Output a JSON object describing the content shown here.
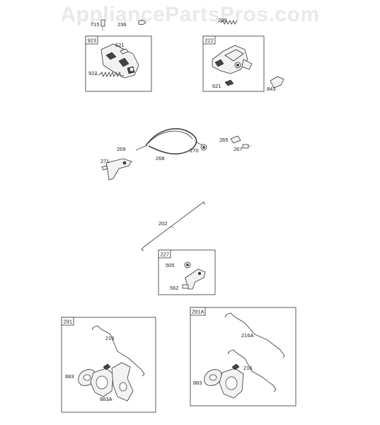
{
  "watermark": "AppliancePartsPros.com",
  "labels": {
    "p715": "715",
    "p236": "236",
    "p209": "209",
    "b923": "923",
    "p621a": "621",
    "p922": "922",
    "b222": "222",
    "p621b": "621",
    "p843": "843",
    "p265": "265",
    "p269": "269",
    "p270": "270",
    "p267": "267",
    "p268": "268",
    "p271": "271",
    "p202": "202",
    "b227": "227",
    "p505": "505",
    "p562": "562",
    "b291": "291",
    "p216a": "216",
    "p883a": "883",
    "p883A": "883A",
    "b291A": "291A",
    "p216A": "216A",
    "p216b": "216",
    "p883b": "883"
  }
}
